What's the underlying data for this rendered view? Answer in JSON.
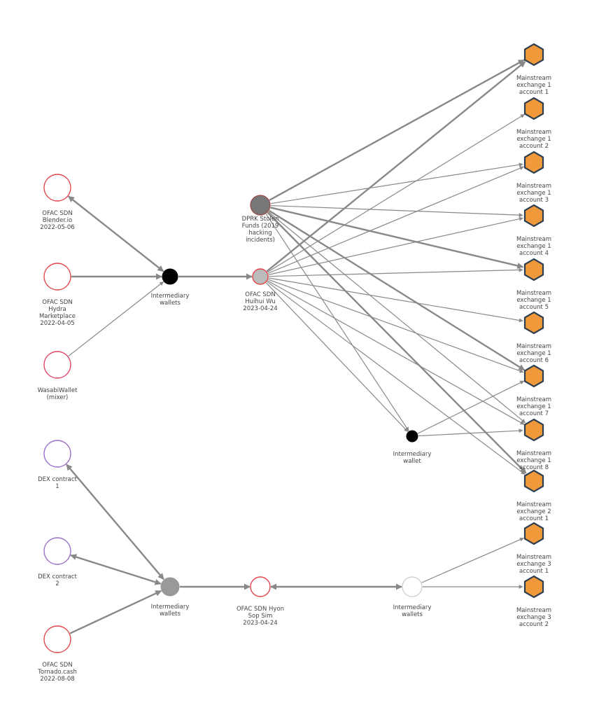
{
  "colors": {
    "sanction_ring": "#e0474c",
    "dex_ring": "#9b6fc7",
    "mixer_ring": "#e0476a",
    "exchange_fill": "#f0993a",
    "exchange_stroke": "#2c3e50",
    "edge": "#888888",
    "dark_node": "#000000",
    "grey_node": "#999999",
    "dprk_node": "#777777"
  },
  "nodes": [
    {
      "id": "blender",
      "kind": "ring-red",
      "label": [
        "OFAC SDN",
        "Blender.io",
        "2022-05-06"
      ]
    },
    {
      "id": "hydra",
      "kind": "ring-red",
      "label": [
        "OFAC SDN",
        "Hydra",
        "Marketplace",
        "2022-04-05"
      ]
    },
    {
      "id": "wasabi",
      "kind": "ring-pink",
      "label": [
        "WasabiWallet",
        "(mixer)"
      ]
    },
    {
      "id": "intA",
      "kind": "dot-black",
      "label": [
        "Intermediary",
        "wallets"
      ]
    },
    {
      "id": "dprk",
      "kind": "dot-dprk",
      "label": [
        "DPRK Stolen",
        "Funds (2019",
        "hacking",
        "incidents)"
      ]
    },
    {
      "id": "huihui",
      "kind": "dot-huihui",
      "label": [
        "OFAC SDN",
        "Huihui Wu",
        "2023-04-24"
      ]
    },
    {
      "id": "intB",
      "kind": "dot-black-sm",
      "label": [
        "Intermediary",
        "wallet"
      ]
    },
    {
      "id": "dex1",
      "kind": "ring-purple",
      "label": [
        "DEX contract",
        "1"
      ]
    },
    {
      "id": "dex2",
      "kind": "ring-purple",
      "label": [
        "DEX contract",
        "2"
      ]
    },
    {
      "id": "tornado",
      "kind": "ring-red",
      "label": [
        "OFAC SDN",
        "Tornado.cash",
        "2022-08-08"
      ]
    },
    {
      "id": "intC",
      "kind": "dot-grey",
      "label": [
        "Intermediary",
        "wallets"
      ]
    },
    {
      "id": "hyon",
      "kind": "ring-red-sm",
      "label": [
        "OFAC SDN Hyon",
        "Sop Sim",
        "2023-04-24"
      ]
    },
    {
      "id": "intD",
      "kind": "ring-grey",
      "label": [
        "Intermediary",
        "wallets"
      ]
    },
    {
      "id": "ex1a1",
      "kind": "hex",
      "label": [
        "Mainstream",
        "exchange 1",
        "account 1"
      ]
    },
    {
      "id": "ex1a2",
      "kind": "hex",
      "label": [
        "Mainstream",
        "exchange 1",
        "account 2"
      ]
    },
    {
      "id": "ex1a3",
      "kind": "hex",
      "label": [
        "Mainstream",
        "exchange 1",
        "account 3"
      ]
    },
    {
      "id": "ex1a4",
      "kind": "hex",
      "label": [
        "Mainstream",
        "exchange 1",
        "account 4"
      ]
    },
    {
      "id": "ex1a5",
      "kind": "hex",
      "label": [
        "Mainstream",
        "exchange 1",
        "account 5"
      ]
    },
    {
      "id": "ex1a6",
      "kind": "hex",
      "label": [
        "Mainstream",
        "exchange 1",
        "account 6"
      ]
    },
    {
      "id": "ex1a7",
      "kind": "hex",
      "label": [
        "Mainstream",
        "exchange 1",
        "account 7"
      ]
    },
    {
      "id": "ex1a8",
      "kind": "hex",
      "label": [
        "Mainstream",
        "exchange 1",
        "account 8"
      ]
    },
    {
      "id": "ex2a1",
      "kind": "hex",
      "label": [
        "Mainstream",
        "exchange 2",
        "account 1"
      ]
    },
    {
      "id": "ex3a1",
      "kind": "hex",
      "label": [
        "Mainstream",
        "exchange 3",
        "account 1"
      ]
    },
    {
      "id": "ex3a2",
      "kind": "hex",
      "label": [
        "Mainstream",
        "exchange 3",
        "account 2"
      ]
    }
  ],
  "edges": [
    {
      "from": "intA",
      "to": "blender",
      "w": "thick",
      "dir": "both"
    },
    {
      "from": "hydra",
      "to": "intA",
      "w": "thick",
      "dir": "to"
    },
    {
      "from": "wasabi",
      "to": "intA",
      "w": "thin",
      "dir": "to"
    },
    {
      "from": "intA",
      "to": "huihui",
      "w": "thick",
      "dir": "to"
    },
    {
      "from": "dprk",
      "to": "ex1a1",
      "w": "thick",
      "dir": "to"
    },
    {
      "from": "dprk",
      "to": "ex1a3",
      "w": "thin",
      "dir": "to"
    },
    {
      "from": "dprk",
      "to": "ex1a4",
      "w": "thin",
      "dir": "to"
    },
    {
      "from": "dprk",
      "to": "ex1a5",
      "w": "thick",
      "dir": "to"
    },
    {
      "from": "dprk",
      "to": "ex1a7",
      "w": "thick",
      "dir": "to"
    },
    {
      "from": "dprk",
      "to": "ex1a8",
      "w": "thin",
      "dir": "to"
    },
    {
      "from": "dprk",
      "to": "ex2a1",
      "w": "thick",
      "dir": "to"
    },
    {
      "from": "dprk",
      "to": "intB",
      "w": "thin",
      "dir": "to"
    },
    {
      "from": "huihui",
      "to": "ex1a1",
      "w": "thick",
      "dir": "to"
    },
    {
      "from": "huihui",
      "to": "ex1a2",
      "w": "thin",
      "dir": "to"
    },
    {
      "from": "huihui",
      "to": "ex1a3",
      "w": "thin",
      "dir": "to"
    },
    {
      "from": "huihui",
      "to": "ex1a4",
      "w": "thin",
      "dir": "to"
    },
    {
      "from": "huihui",
      "to": "ex1a5",
      "w": "thin",
      "dir": "to"
    },
    {
      "from": "huihui",
      "to": "ex1a6",
      "w": "thin",
      "dir": "to"
    },
    {
      "from": "huihui",
      "to": "ex1a7",
      "w": "thin",
      "dir": "to"
    },
    {
      "from": "huihui",
      "to": "ex1a8",
      "w": "thin",
      "dir": "to"
    },
    {
      "from": "huihui",
      "to": "ex2a1",
      "w": "thin",
      "dir": "to"
    },
    {
      "from": "huihui",
      "to": "intB",
      "w": "thin",
      "dir": "to"
    },
    {
      "from": "intB",
      "to": "ex1a7",
      "w": "thin",
      "dir": "to"
    },
    {
      "from": "intB",
      "to": "ex1a8",
      "w": "thin",
      "dir": "to"
    },
    {
      "from": "intC",
      "to": "dex1",
      "w": "thick",
      "dir": "both"
    },
    {
      "from": "intC",
      "to": "dex2",
      "w": "thick",
      "dir": "both"
    },
    {
      "from": "tornado",
      "to": "intC",
      "w": "thick",
      "dir": "to"
    },
    {
      "from": "intC",
      "to": "hyon",
      "w": "thick",
      "dir": "to"
    },
    {
      "from": "intD",
      "to": "hyon",
      "w": "thick",
      "dir": "both"
    },
    {
      "from": "intD",
      "to": "ex3a1",
      "w": "thin",
      "dir": "to"
    },
    {
      "from": "intD",
      "to": "ex3a2",
      "w": "thin",
      "dir": "to"
    }
  ]
}
